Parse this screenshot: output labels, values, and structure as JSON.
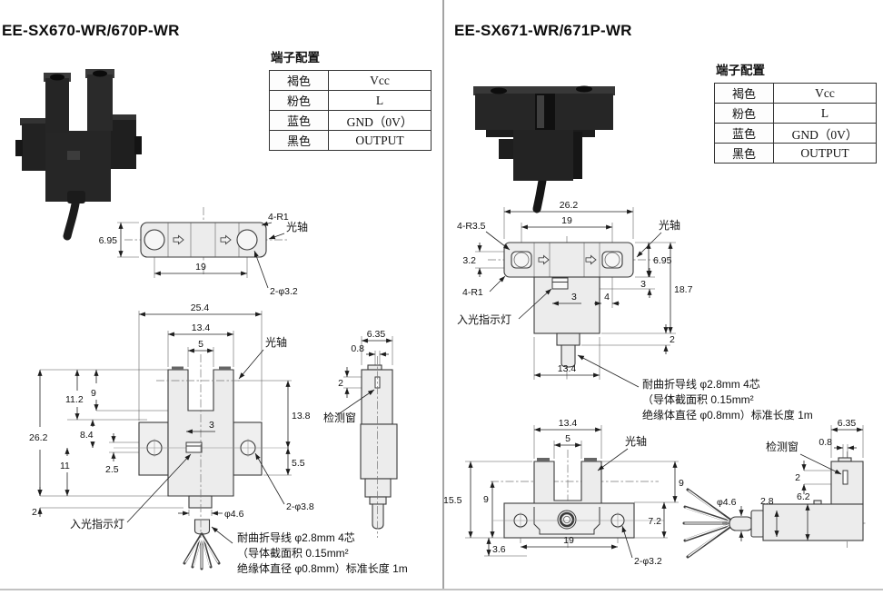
{
  "left": {
    "title": "EE-SX670-WR/670P-WR",
    "table": {
      "title": "端子配置",
      "rows": [
        [
          "褐色",
          "Vcc"
        ],
        [
          "粉色",
          "L"
        ],
        [
          "蓝色",
          "GND（0V）"
        ],
        [
          "黑色",
          "OUTPUT"
        ]
      ]
    },
    "top": {
      "h": "6.95",
      "pitch": "19",
      "r": "4-R1",
      "axis": "光轴",
      "holes": "2-φ3.2"
    },
    "front": {
      "w": "25.4",
      "w2": "13.4",
      "slot": "5",
      "axis": "光轴",
      "d9": "9",
      "d11_2": "11.2",
      "d26_2": "26.2",
      "d8_4": "8.4",
      "d11": "11",
      "d2_5": "2.5",
      "d3": "3",
      "d13_8": "13.8",
      "d5_5": "5.5",
      "d2": "2",
      "ind": "入光指示灯",
      "holes": "2-φ3.8",
      "cab": "φ4.6"
    },
    "side": {
      "w": "6.35",
      "off": "0.8",
      "win": "2",
      "label": "检测窗"
    },
    "note": {
      "l1": "耐曲折导线 φ2.8mm 4芯",
      "l2": "（导体截面积 0.15mm²",
      "l3": "绝缘体直径 φ0.8mm）标准长度 1m"
    }
  },
  "right": {
    "title": "EE-SX671-WR/671P-WR",
    "table": {
      "title": "端子配置",
      "rows": [
        [
          "褐色",
          "Vcc"
        ],
        [
          "粉色",
          "L"
        ],
        [
          "蓝色",
          "GND（0V）"
        ],
        [
          "黑色",
          "OUTPUT"
        ]
      ]
    },
    "top": {
      "w": "26.2",
      "pitch": "19",
      "r35": "4-R3.5",
      "d3_2": "3.2",
      "axis": "光轴",
      "d6_95": "6.95",
      "d3r": "3",
      "d18_7": "18.7",
      "r1": "4-R1",
      "ind": "入光指示灯",
      "d3i": "3",
      "d4": "4",
      "d2": "2",
      "d13_4": "13.4"
    },
    "front": {
      "w": "13.4",
      "slot": "5",
      "axis": "光轴",
      "d15_5": "15.5",
      "d9l": "9",
      "d9r": "9",
      "d7_2": "7.2",
      "d3_6": "3.6",
      "pitch": "19",
      "holes": "2-φ3.2",
      "cab": "φ4.6"
    },
    "side": {
      "w": "6.35",
      "off": "0.8",
      "label": "检测窗",
      "win": "2",
      "d6_2": "6.2",
      "d2_8": "2.8"
    },
    "note": {
      "l1": "耐曲折导线 φ2.8mm 4芯",
      "l2": "（导体截面积 0.15mm²",
      "l3": "绝缘体直径 φ0.8mm）标准长度 1m"
    }
  }
}
